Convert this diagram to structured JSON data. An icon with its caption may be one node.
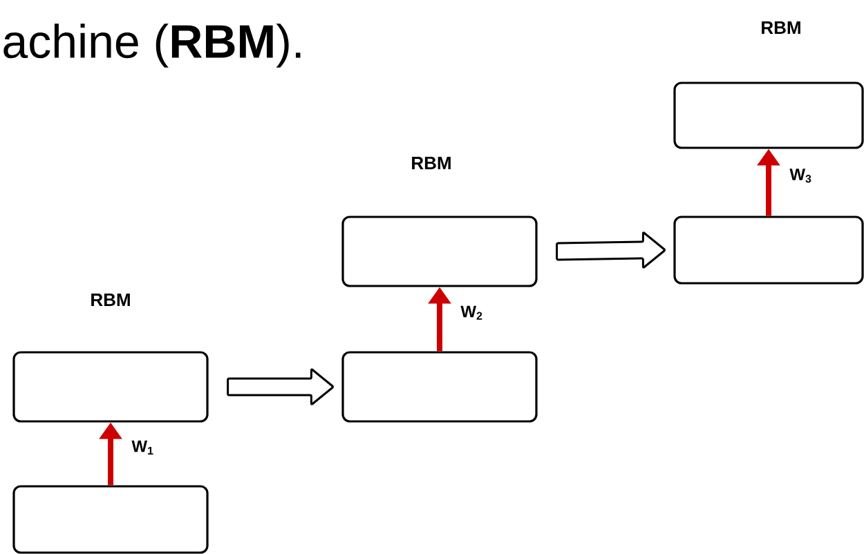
{
  "diagram": {
    "nodes": [
      {
        "text": [],
        "shape": "box"
      },
      {
        "text": [],
        "shape": "box"
      },
      {
        "text": [],
        "shape": "box"
      },
      {
        "text": [],
        "shape": "box"
      },
      {
        "text": [],
        "shape": "box"
      },
      {
        "text": [],
        "shape": "box"
      }
    ],
    "edges": [
      {
        "from": 0,
        "to": 1,
        "arrow": "to",
        "label": "W$_{1}$",
        "color": "#cc0000"
      },
      {
        "from": 1,
        "to": 2,
        "arrow": "to"
      },
      {
        "from": 2,
        "to": 3,
        "arrow": "to",
        "label": "W$_{2}$",
        "color": "#cc0000"
      },
      {
        "from": 3,
        "to": 4,
        "arrow": "to"
      },
      {
        "from": 4,
        "to": 5,
        "arrow": "to",
        "label": "W$_{3}$",
        "color": "#cc0000"
      }
    ],
    "labels": [
      "achine (**RBM**).",
      "RBM",
      "RBM",
      "RBM"
    ]
  }
}
